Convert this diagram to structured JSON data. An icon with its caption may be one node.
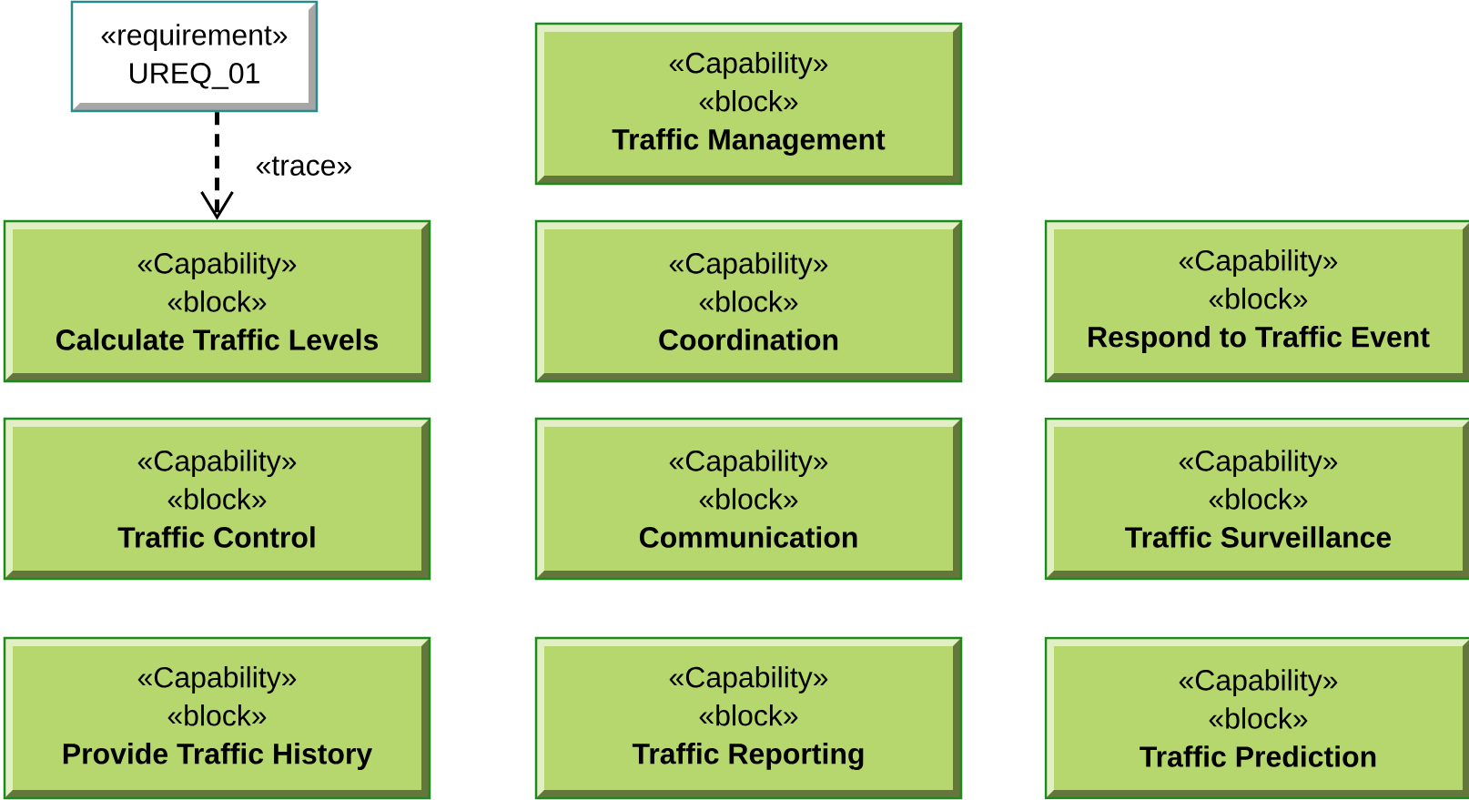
{
  "diagram": {
    "nodes": [
      {
        "text": [
          "«requirement»",
          "UREQ_01"
        ]
      },
      {
        "text": [
          "«Capability»",
          "«block»",
          "Traffic Management"
        ]
      },
      {
        "text": [
          "«Capability»",
          "«block»",
          "Calculate Traffic Levels"
        ]
      },
      {
        "text": [
          "«Capability»",
          "«block»",
          "Coordination"
        ]
      },
      {
        "text": [
          "«Capability»",
          "«block»",
          "Respond to Traffic Event"
        ]
      },
      {
        "text": [
          "«Capability»",
          "«block»",
          "Traffic Control"
        ]
      },
      {
        "text": [
          "«Capability»",
          "«block»",
          "Communication"
        ]
      },
      {
        "text": [
          "«Capability»",
          "«block»",
          "Traffic Surveillance"
        ]
      },
      {
        "text": [
          "«Capability»",
          "«block»",
          "Provide Traffic History"
        ]
      },
      {
        "text": [
          "«Capability»",
          "«block»",
          "Traffic Reporting"
        ]
      },
      {
        "text": [
          "«Capability»",
          "«block»",
          "Traffic Prediction"
        ]
      }
    ],
    "edges": [
      {
        "from": 0,
        "to": 2,
        "arrow": "to",
        "style": "dashed",
        "label": "«trace»"
      }
    ]
  }
}
